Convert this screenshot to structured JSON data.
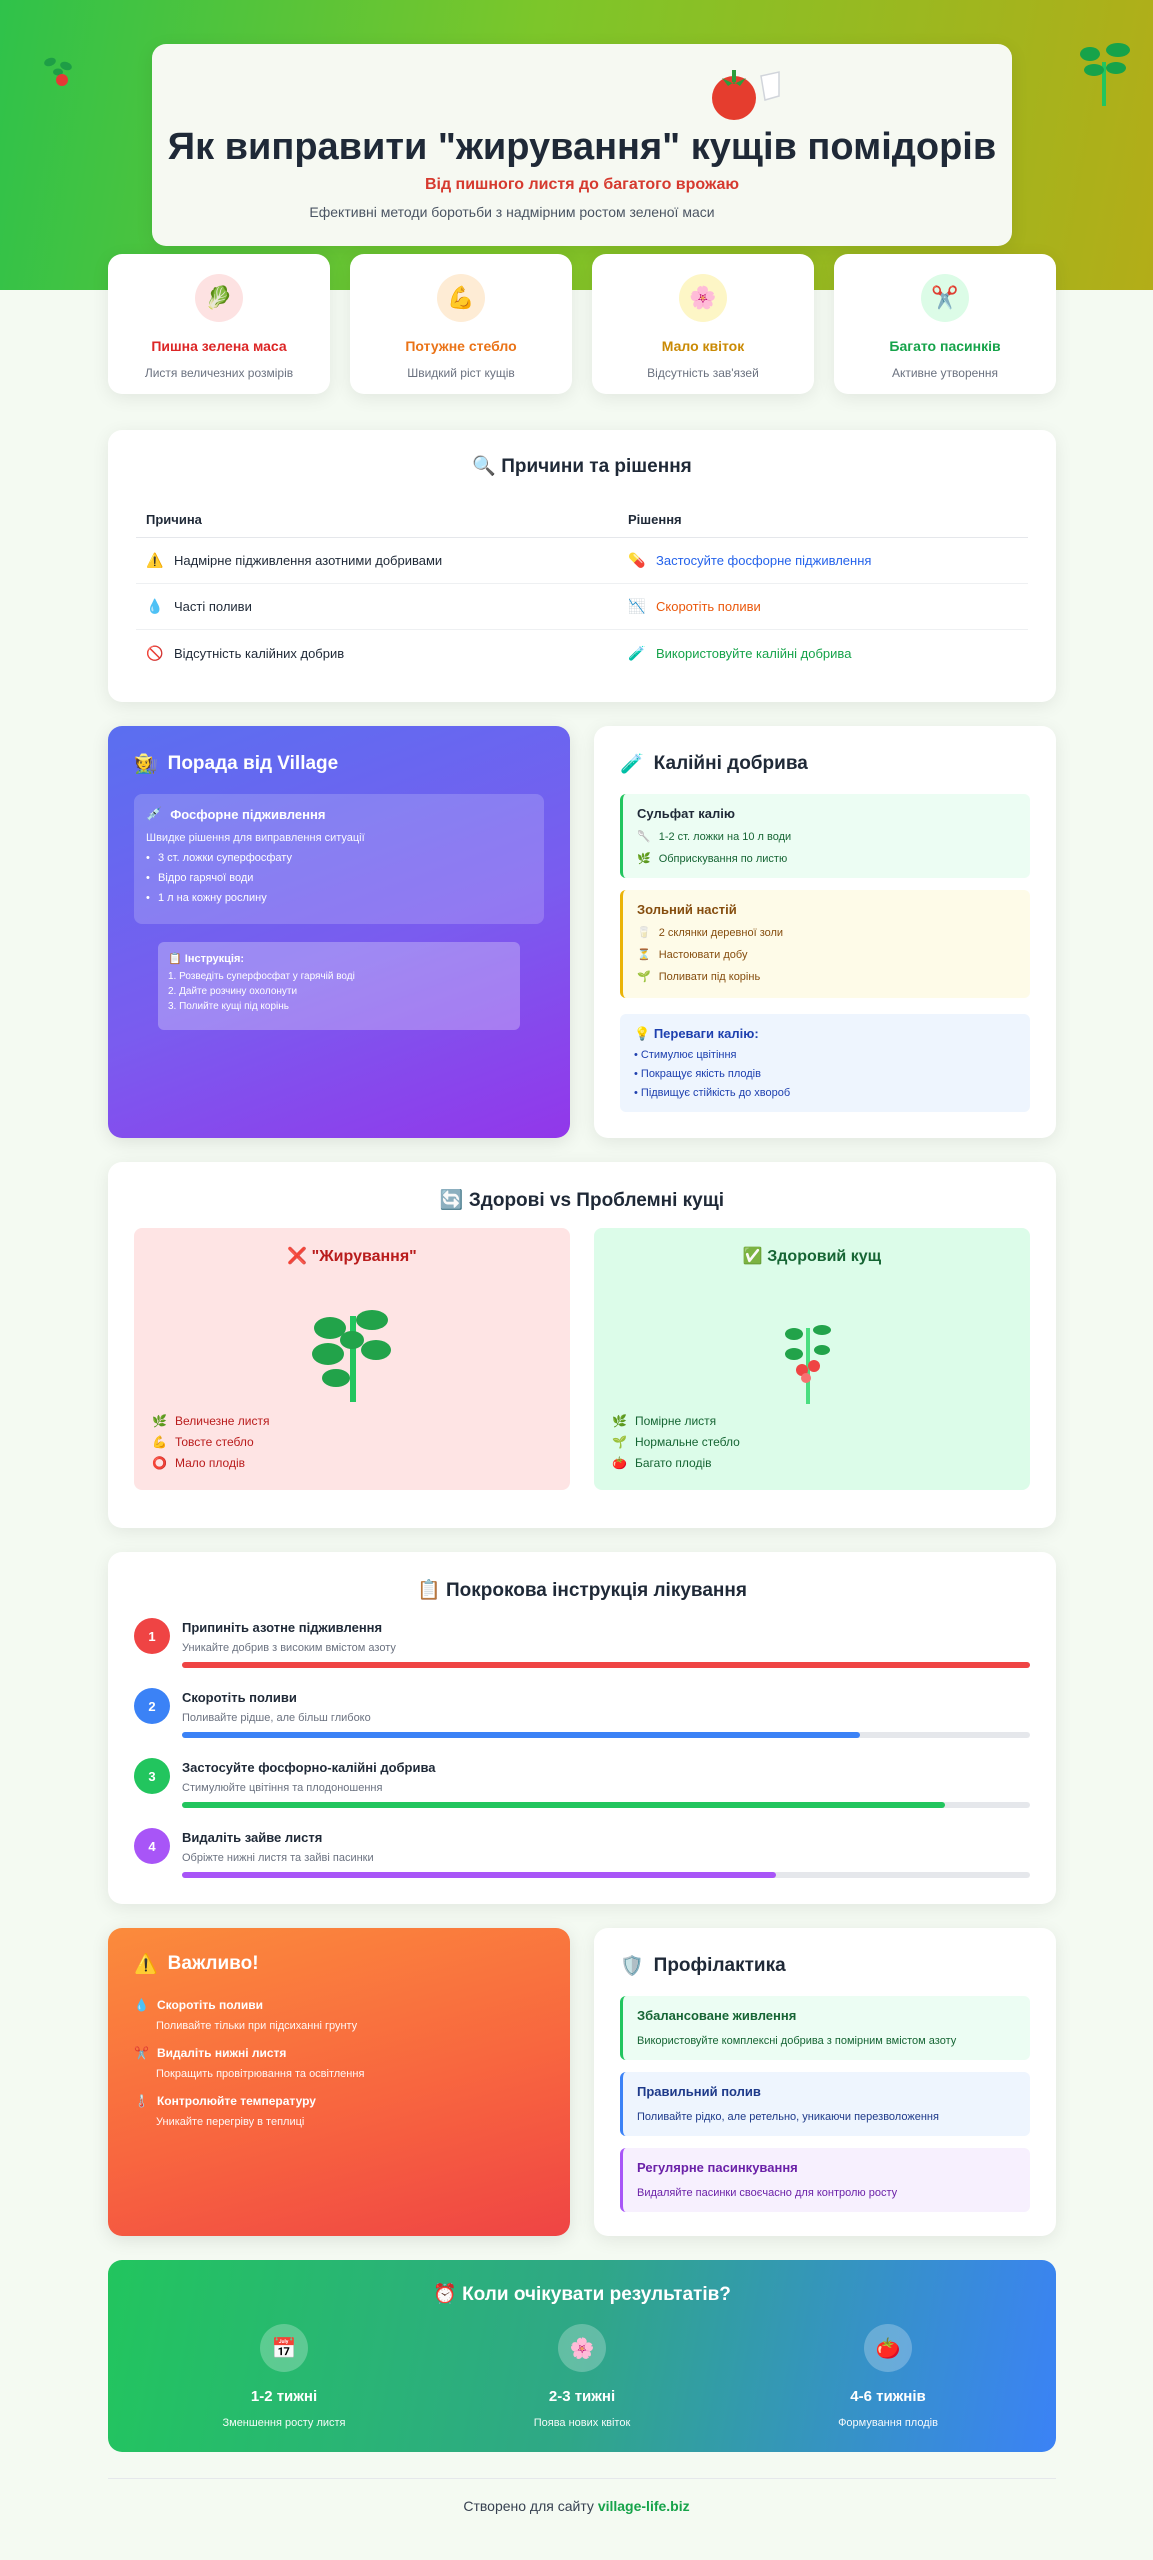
{
  "header": {
    "title": "Як виправити \"жирування\" кущів помідорів",
    "subtitle": "Від пишного листя до багатого врожаю",
    "tagline": "Ефективні методи боротьби з надмірним ростом зеленої маси",
    "icon": "tomato-icon"
  },
  "features": [
    {
      "title": "Пишна зелена маса",
      "desc": "Листя величезних розмірів",
      "icon": "leaf-icon",
      "color": "#dc2626",
      "bg": "#fde2e2"
    },
    {
      "title": "Потужне стебло",
      "desc": "Швидкий ріст кущів",
      "icon": "muscle-icon",
      "color": "#ea7317",
      "bg": "#feecd5"
    },
    {
      "title": "Мало квіток",
      "desc": "Відсутність зав'язей",
      "icon": "flower-icon",
      "color": "#ca8a04",
      "bg": "#fdf6c6"
    },
    {
      "title": "Багато пасинків",
      "desc": "Активне утворення",
      "icon": "scissors-icon",
      "color": "#16a34a",
      "bg": "#dcfce7"
    }
  ],
  "causes": {
    "title": "Причини та рішення",
    "col_cause": "Причина",
    "col_solution": "Рішення",
    "rows": [
      {
        "cause": "Надмірне підживлення азотними добривами",
        "cause_icon": "warning-icon",
        "solution": "Застосуйте фосфорне підживлення",
        "solution_icon": "pill-icon",
        "color": "#2563eb"
      },
      {
        "cause": "Часті поливи",
        "cause_icon": "droplet-icon",
        "solution": "Скоротіть поливи",
        "solution_icon": "chart-down-icon",
        "color": "#ea580c"
      },
      {
        "cause": "Відсутність калійних добрив",
        "cause_icon": "prohibited-icon",
        "solution": "Використовуйте калійні добрива",
        "solution_icon": "test-tube-icon",
        "color": "#16a34a"
      }
    ]
  },
  "advice": {
    "title": "Порада від Village",
    "box_title": "Фосфорне підживлення",
    "box_sub": "Швидке рішення для виправлення ситуації",
    "items": [
      "3 ст. ложки суперфосфату",
      "Відро гарячої води",
      "1 л на кожну рослину"
    ],
    "instr_title": "Інструкція:",
    "instr": [
      "1. Розведіть суперфосфат у гарячій воді",
      "2. Дайте розчину охолонути",
      "3. Полийте кущі під корінь"
    ]
  },
  "potash": {
    "title": "Калійні добрива",
    "sulfate_title": "Сульфат калію",
    "sulfate_items": [
      "1-2 ст. ложки на 10 л води",
      "Обприскування по листю"
    ],
    "ash_title": "Зольний настій",
    "ash_items": [
      "2 склянки деревної золи",
      "Настоювати добу",
      "Поливати під корінь"
    ],
    "benefits_title": "Переваги калію:",
    "benefits": [
      "• Стимулює цвітіння",
      "• Покращує якість плодів",
      "• Підвищує стійкість до хвороб"
    ]
  },
  "compare": {
    "title": "Здорові vs Проблемні кущі",
    "bad_title": "\"Жирування\"",
    "bad_items": [
      "Величезне листя",
      "Товсте стебло",
      "Мало плодів"
    ],
    "good_title": "Здоровий кущ",
    "good_items": [
      "Помірне листя",
      "Нормальне стебло",
      "Багато плодів"
    ]
  },
  "steps": {
    "title": "Покрокова інструкція лікування",
    "items": [
      {
        "num": "1",
        "title": "Припиніть азотне підживлення",
        "desc": "Уникайте добрив з високим вмістом азоту",
        "progress": 1.0,
        "color": "#ef4444"
      },
      {
        "num": "2",
        "title": "Скоротіть поливи",
        "desc": "Поливайте рідше, але більш глибоко",
        "progress": 0.8,
        "color": "#3b82f6"
      },
      {
        "num": "3",
        "title": "Застосуйте фосфорно-калійні добрива",
        "desc": "Стимулюйте цвітіння та плодоношення",
        "progress": 0.9,
        "color": "#22c55e"
      },
      {
        "num": "4",
        "title": "Видаліть зайве листя",
        "desc": "Обріжте нижні листя та зайві пасинки",
        "progress": 0.7,
        "color": "#a855f7"
      }
    ]
  },
  "important": {
    "title": "Важливо!",
    "items": [
      {
        "title": "Скоротіть поливи",
        "desc": "Поливайте тільки при підсиханні грунту",
        "icon": "droplet-icon"
      },
      {
        "title": "Видаліть нижні листя",
        "desc": "Покращить провітрювання та освітлення",
        "icon": "scissors-icon"
      },
      {
        "title": "Контролюйте температуру",
        "desc": "Уникайте перегріву в теплиці",
        "icon": "thermometer-icon"
      }
    ]
  },
  "prevention": {
    "title": "Профілактика",
    "items": [
      {
        "title": "Збалансоване живлення",
        "desc": "Використовуйте комплексні добрива з помірним вмістом азоту"
      },
      {
        "title": "Правильний полив",
        "desc": "Поливайте рідко, але ретельно, уникаючи перезволоження"
      },
      {
        "title": "Регулярне пасинкування",
        "desc": "Видаляйте пасинки своєчасно для контролю росту"
      }
    ]
  },
  "results": {
    "title": "Коли очікувати результатів?",
    "items": [
      {
        "label": "1-2 тижні",
        "desc": "Зменшення росту листя",
        "icon": "calendar-icon"
      },
      {
        "label": "2-3 тижні",
        "desc": "Поява нових квіток",
        "icon": "flower-icon"
      },
      {
        "label": "4-6 тижнів",
        "desc": "Формування плодів",
        "icon": "tomato-icon"
      }
    ]
  },
  "footer": {
    "prefix": "Створено для сайту",
    "link": "village-life.biz"
  }
}
